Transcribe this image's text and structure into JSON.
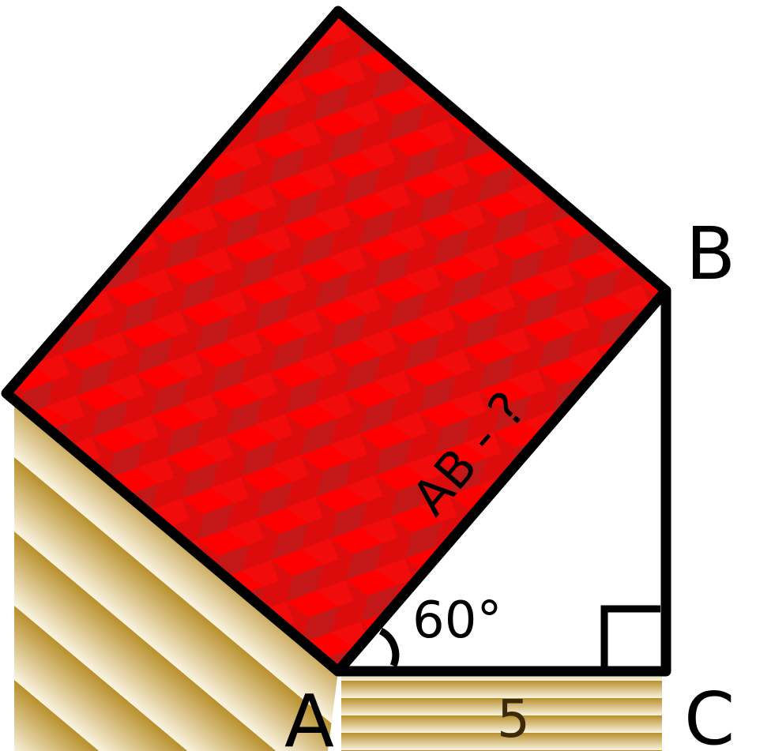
{
  "vertices": {
    "A": "A",
    "B": "B",
    "C": "C"
  },
  "side_ab_label": "AB - ?",
  "angle_label": "60°",
  "base_length_label": "5",
  "colors": {
    "square_light": "#ff0000",
    "square_mid": "#dd0c0c",
    "square_dark": "#c41818",
    "wood_dark": "#b8902c",
    "wood_light": "#fbf4e2",
    "stroke": "#000000"
  }
}
